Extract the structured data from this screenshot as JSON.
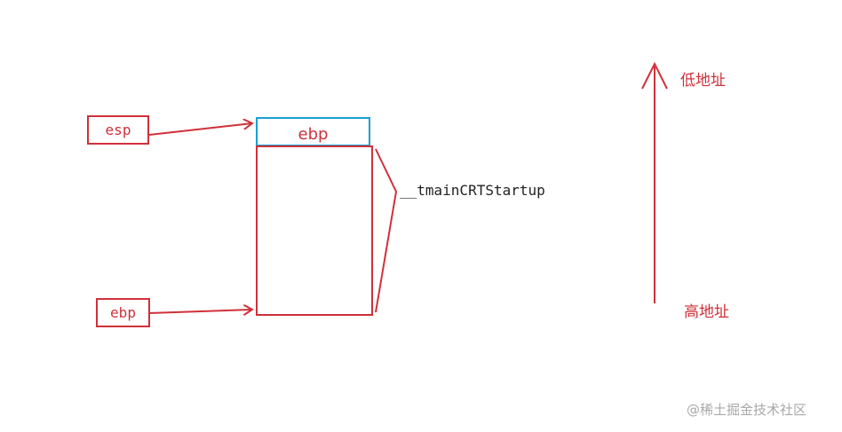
{
  "registers": {
    "esp_label": "esp",
    "ebp_label": "ebp"
  },
  "stack": {
    "top_cell_label": "ebp",
    "function_name": "__tmainCRTStartup"
  },
  "address": {
    "low_label": "低地址",
    "high_label": "高地址"
  },
  "watermark": {
    "text": "@稀土掘金技术社区"
  },
  "colors": {
    "red": "#d0303a",
    "blue": "#1aa0d0"
  }
}
